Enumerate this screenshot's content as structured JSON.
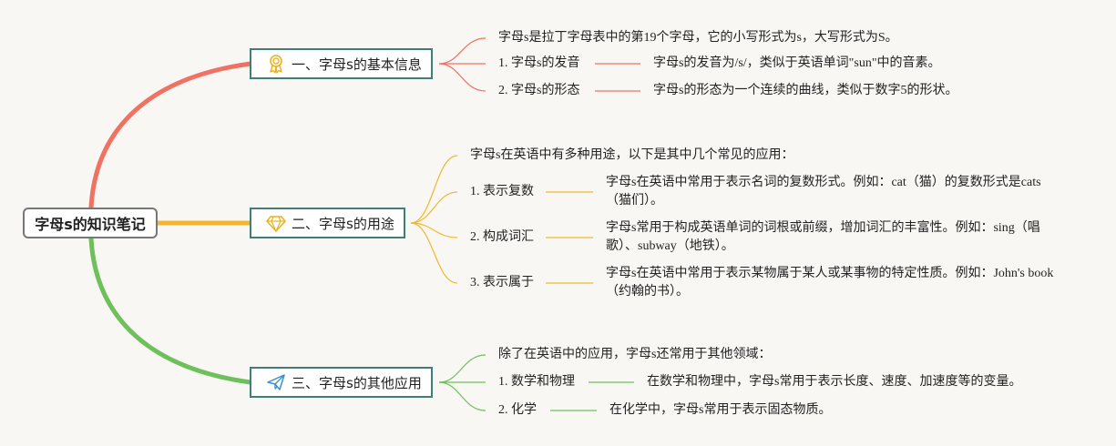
{
  "root": {
    "label": "字母s的知识笔记"
  },
  "branches": [
    {
      "label": "一、字母s的基本信息",
      "icon": "award-ribbon-icon",
      "color": "#ef7262",
      "intro": "字母s是拉丁字母表中的第19个字母，它的小写形式为s，大写形式为S。",
      "items": [
        {
          "label": "1. 字母s的发音",
          "detail": "字母s的发音为/s/，类似于英语单词\"sun\"中的音素。"
        },
        {
          "label": "2. 字母s的形态",
          "detail": "字母s的形态为一个连续的曲线，类似于数字5的形状。"
        }
      ]
    },
    {
      "label": "二、字母s的用途",
      "icon": "diamond-icon",
      "color": "#f2b72f",
      "intro": "字母s在英语中有多种用途，以下是其中几个常见的应用：",
      "items": [
        {
          "label": "1. 表示复数",
          "detail": "字母s在英语中常用于表示名词的复数形式。例如：cat（猫）的复数形式是cats（猫们）。"
        },
        {
          "label": "2. 构成词汇",
          "detail": "字母s常用于构成英语单词的词根或前缀，增加词汇的丰富性。例如：sing（唱歌）、subway（地铁）。"
        },
        {
          "label": "3. 表示属于",
          "detail": "字母s在英语中常用于表示某物属于某人或某事物的特定性质。例如：John's book（约翰的书）。"
        }
      ]
    },
    {
      "label": "三、字母s的其他应用",
      "icon": "paper-plane-icon",
      "color": "#6ec05a",
      "intro": "除了在英语中的应用，字母s还常用于其他领域：",
      "items": [
        {
          "label": "1. 数学和物理",
          "detail": "在数学和物理中，字母s常用于表示长度、速度、加速度等的变量。"
        },
        {
          "label": "2. 化学",
          "detail": "在化学中，字母s常用于表示固态物质。"
        }
      ]
    }
  ]
}
